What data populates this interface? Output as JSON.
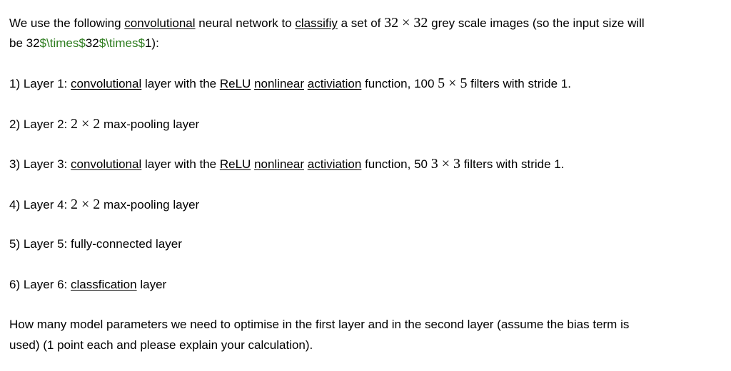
{
  "intro": {
    "t1": "We use the following ",
    "w_convolutional": "convolutional",
    "t2": " neural network to ",
    "w_classifiy": "classifiy",
    "t3": " a set of ",
    "math_size": "32 × 32",
    "t4": " grey scale images (so the input size will",
    "t5": "be 32",
    "g1": "$\\times$",
    "t6": "32",
    "g2": "$\\times$",
    "t7": "1):"
  },
  "layers": [
    {
      "prefix": "1) Layer 1: ",
      "w_conv": "convolutional",
      "t_with": " layer with the ",
      "w_relu": "ReLU",
      "w_nonlinear": "nonlinear",
      "w_activ": "activiation",
      "t_func": " function, 100 ",
      "math": "5 × 5",
      "suffix": " filters with stride 1."
    },
    {
      "prefix": "2) Layer 2: ",
      "math": "2 × 2",
      "suffix": " max-pooling layer"
    },
    {
      "prefix": "3) Layer 3: ",
      "w_conv": "convolutional",
      "t_with": " layer with the ",
      "w_relu": "ReLU",
      "w_nonlinear": "nonlinear",
      "w_activ": "activiation",
      "t_func": " function, 50 ",
      "math": "3 × 3",
      "suffix": " filters with stride 1."
    },
    {
      "prefix": "4) Layer 4: ",
      "math": "2 × 2",
      "suffix": " max-pooling layer"
    },
    {
      "text": "5) Layer 5: fully-connected layer"
    },
    {
      "prefix": "6) Layer 6: ",
      "w_class": "classfication",
      "suffix": " layer"
    }
  ],
  "question": {
    "line1": "How many model parameters we need to optimise in the first layer and in the second layer (assume the bias term is",
    "line2": "used)  (1 point each and please explain your calculation)."
  }
}
